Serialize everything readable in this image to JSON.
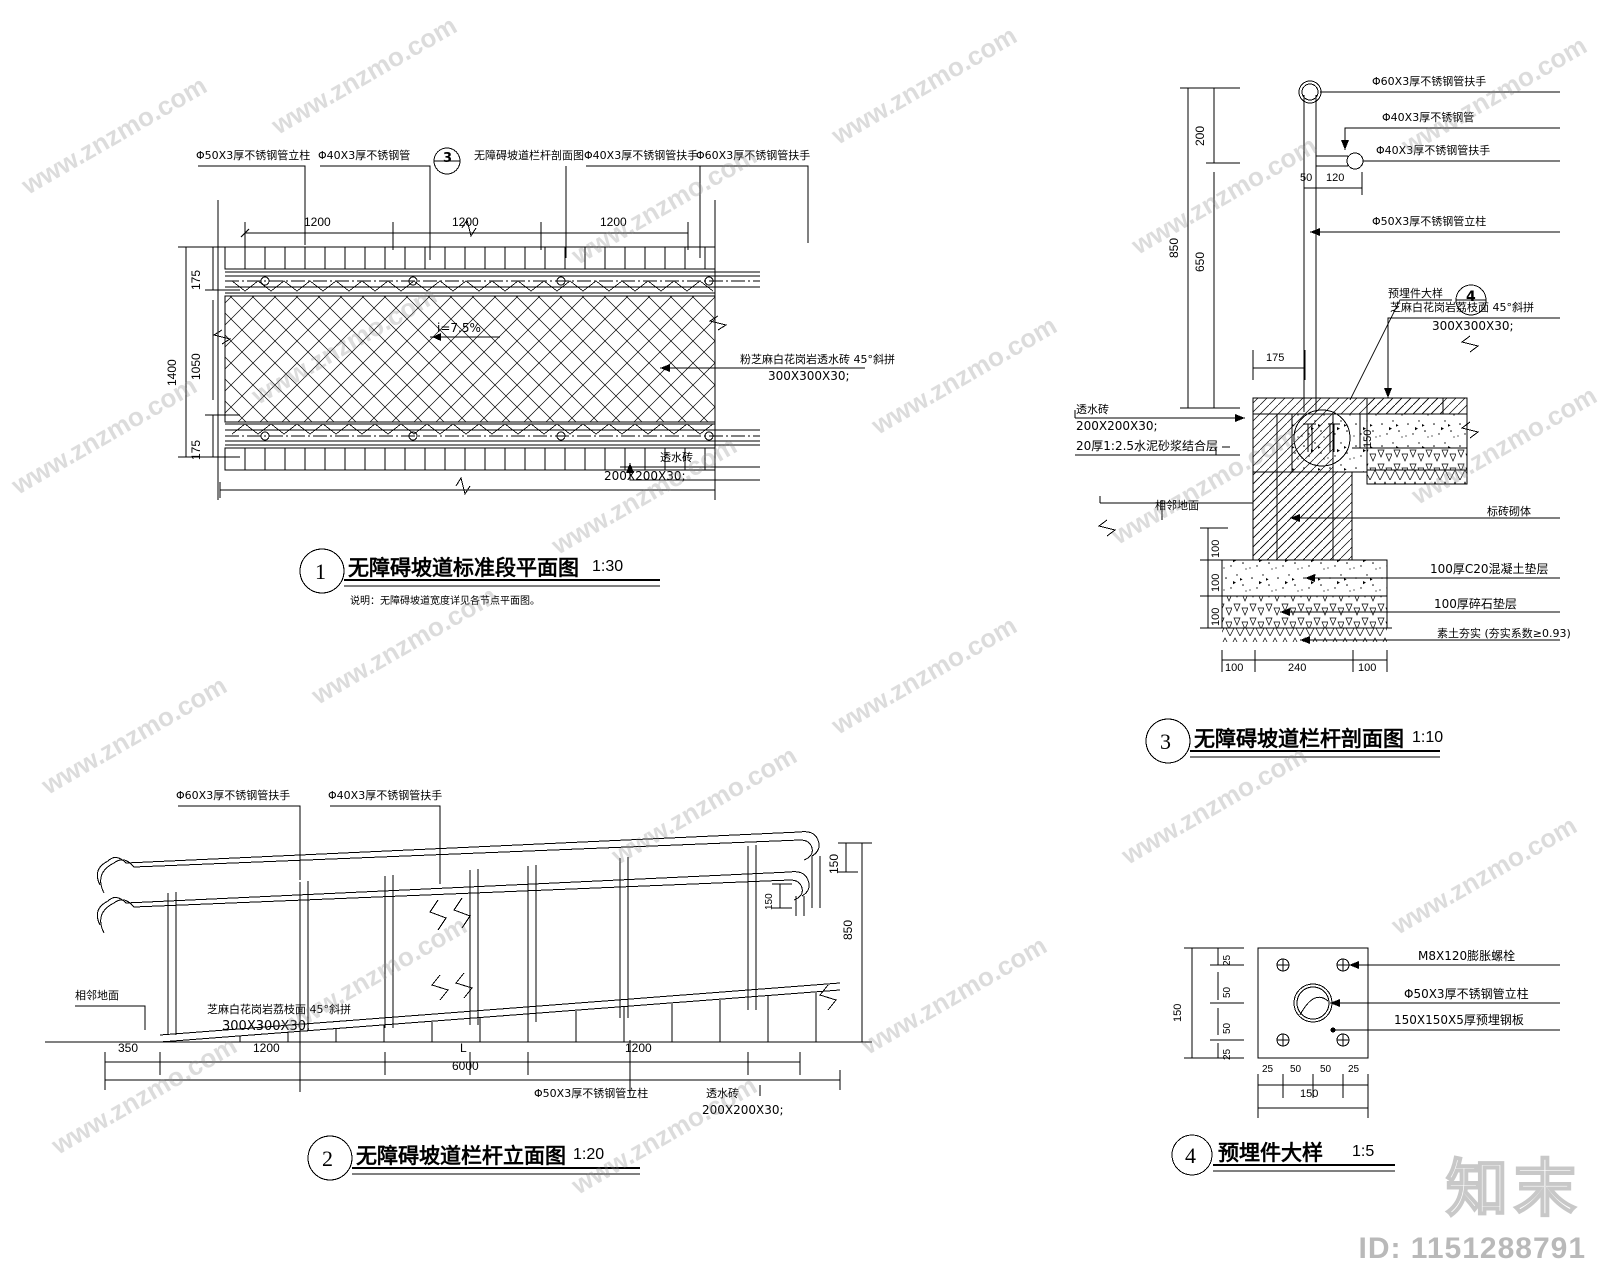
{
  "sheet": {
    "id_watermark": "ID: 1151288791",
    "logo_watermark": "知末",
    "tiled_watermark": "www.znzmo.com"
  },
  "drawings": [
    {
      "number": "1",
      "title": "无障碍坡道标准段平面图",
      "scale": "1:30",
      "note": "说明：无障碍坡道宽度详见各节点平面图。",
      "callouts": [
        "Φ50X3厚不锈钢管立柱",
        "Φ40X3厚不锈钢管",
        "无障碍坡道栏杆剖面图",
        "Φ40X3厚不锈钢管扶手",
        "Φ60X3厚不锈钢管扶手"
      ],
      "section_ref": "3",
      "slope_label": "i=7.5%",
      "material_labels": [
        {
          "line1": "粉芝麻白花岗岩透水砖 45°斜拼",
          "line2": "300X300X30;"
        },
        {
          "line1": "透水砖",
          "line2": "200X200X30;"
        }
      ],
      "dims_horizontal": [
        "1200",
        "1200",
        "1200"
      ],
      "dims_vertical": [
        "175",
        "1050",
        "175"
      ],
      "dim_overall": "1400"
    },
    {
      "number": "2",
      "title": "无障碍坡道栏杆立面图",
      "scale": "1:20",
      "callouts": [
        "Φ60X3厚不锈钢管扶手",
        "Φ40X3厚不锈钢管扶手",
        "相邻地面",
        "Φ50X3厚不锈钢管立柱",
        "透水砖"
      ],
      "material_labels": [
        {
          "line1": "芝麻白花岗岩荔枝面 45°斜拼",
          "line2": "300X300X30;"
        },
        {
          "line1": "透水砖",
          "line2": "200X200X30;"
        }
      ],
      "dims": [
        "350",
        "1200",
        "L",
        "1200",
        "6000"
      ],
      "dims_right": [
        "150",
        "150",
        "850"
      ]
    },
    {
      "number": "3",
      "title": "无障碍坡道栏杆剖面图",
      "scale": "1:10",
      "callouts": [
        "Φ60X3厚不锈钢管扶手",
        "Φ40X3厚不锈钢管",
        "Φ40X3厚不锈钢管扶手",
        "Φ50X3厚不锈钢管立柱",
        "预埋件大样",
        "相邻地面",
        "标砖砌体",
        "素土夯实 (夯实系数≥0.93)"
      ],
      "detail_ref": "4",
      "material_labels": [
        {
          "line1": "芝麻白花岗岩荔枝面 45°斜拼",
          "line2": "300X300X30;"
        },
        {
          "line1": "透水砖",
          "line2": "200X200X30;"
        },
        {
          "line1": "20厚1:2.5水泥砂浆结合层",
          "line2": ""
        },
        {
          "line1": "100厚C20混凝土垫层",
          "line2": ""
        },
        {
          "line1": "100厚碎石垫层",
          "line2": ""
        }
      ],
      "dims_vertical": [
        "200",
        "850",
        "650",
        "150",
        "100",
        "100",
        "100"
      ],
      "dims_horizontal": [
        "50",
        "120",
        "175",
        "100",
        "240",
        "100"
      ]
    },
    {
      "number": "4",
      "title": "预埋件大样",
      "scale": "1:5",
      "callouts": [
        "M8X120膨胀螺栓",
        "Φ50X3厚不锈钢管立柱",
        "150X150X5厚预埋钢板"
      ],
      "dims_vertical": [
        "25",
        "50",
        "50",
        "25",
        "150"
      ],
      "dims_horizontal": [
        "25",
        "50",
        "50",
        "25",
        "150"
      ]
    }
  ],
  "colors": {
    "line": "#000000",
    "background": "#ffffff",
    "watermark": "#c8c8c8"
  }
}
